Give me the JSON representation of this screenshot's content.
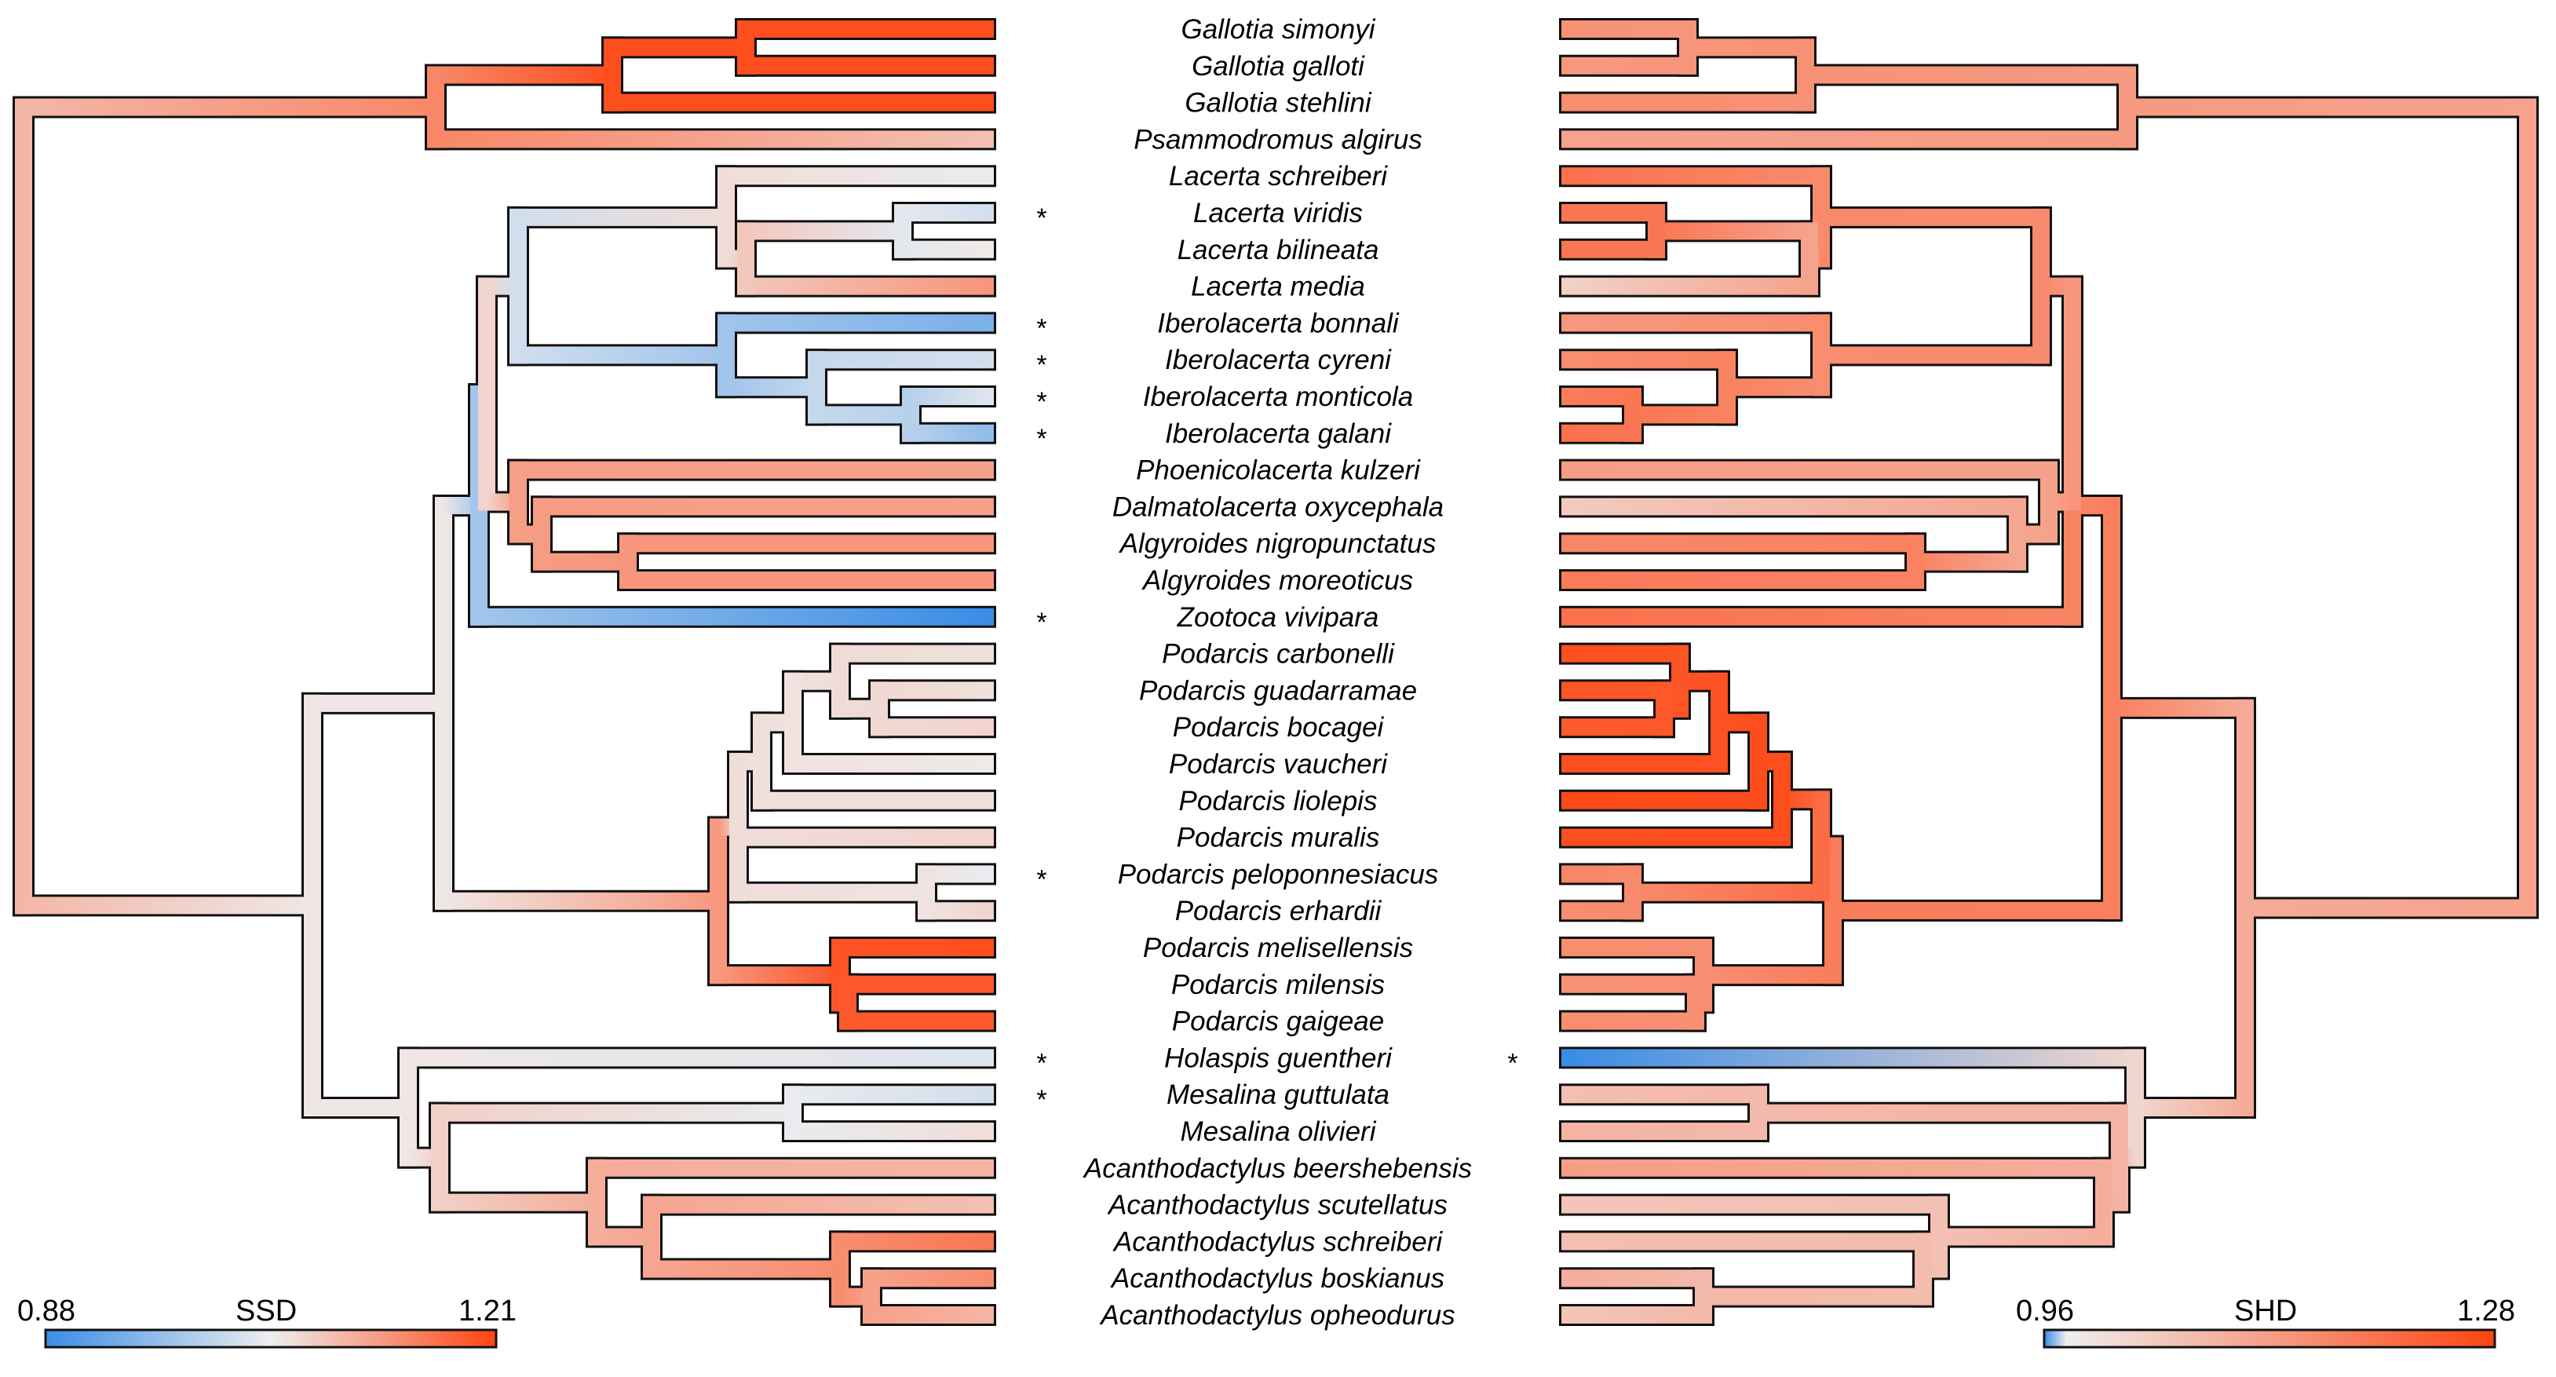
{
  "figure": {
    "taxa": [
      {
        "name": "Gallotia simonyi",
        "left_star": false,
        "right_star": false,
        "ssd": 1.2,
        "shd": 1.14
      },
      {
        "name": "Gallotia galloti",
        "left_star": false,
        "right_star": false,
        "ssd": 1.2,
        "shd": 1.13
      },
      {
        "name": "Gallotia stehlini",
        "left_star": false,
        "right_star": false,
        "ssd": 1.2,
        "shd": 1.15
      },
      {
        "name": "Psammodromus algirus",
        "left_star": false,
        "right_star": false,
        "ssd": 1.09,
        "shd": 1.11
      },
      {
        "name": "Lacerta schreiberi",
        "left_star": false,
        "right_star": false,
        "ssd": 1.04,
        "shd": 1.2
      },
      {
        "name": "Lacerta viridis",
        "left_star": true,
        "right_star": false,
        "ssd": 1.02,
        "shd": 1.19
      },
      {
        "name": "Lacerta bilineata",
        "left_star": false,
        "right_star": false,
        "ssd": 1.05,
        "shd": 1.19
      },
      {
        "name": "Lacerta media",
        "left_star": false,
        "right_star": false,
        "ssd": 1.13,
        "shd": 1.03
      },
      {
        "name": "Iberolacerta bonnali",
        "left_star": true,
        "right_star": false,
        "ssd": 0.94,
        "shd": 1.13
      },
      {
        "name": "Iberolacerta cyreni",
        "left_star": true,
        "right_star": false,
        "ssd": 1.02,
        "shd": 1.15
      },
      {
        "name": "Iberolacerta monticola",
        "left_star": true,
        "right_star": false,
        "ssd": 1.03,
        "shd": 1.18
      },
      {
        "name": "Iberolacerta galani",
        "left_star": true,
        "right_star": false,
        "ssd": 0.96,
        "shd": 1.2
      },
      {
        "name": "Phoenicolacerta kulzeri",
        "left_star": false,
        "right_star": false,
        "ssd": 1.12,
        "shd": 1.12
      },
      {
        "name": "Dalmatolacerta oxycephala",
        "left_star": false,
        "right_star": false,
        "ssd": 1.12,
        "shd": 1.04
      },
      {
        "name": "Algyroides nigropunctatus",
        "left_star": false,
        "right_star": false,
        "ssd": 1.13,
        "shd": 1.16
      },
      {
        "name": "Algyroides moreoticus",
        "left_star": false,
        "right_star": false,
        "ssd": 1.13,
        "shd": 1.18
      },
      {
        "name": "Zootoca vivipara",
        "left_star": true,
        "right_star": false,
        "ssd": 0.88,
        "shd": 1.2
      },
      {
        "name": "Podarcis carbonelli",
        "left_star": false,
        "right_star": false,
        "ssd": 1.06,
        "shd": 1.26
      },
      {
        "name": "Podarcis guadarramae",
        "left_star": false,
        "right_star": false,
        "ssd": 1.06,
        "shd": 1.25
      },
      {
        "name": "Podarcis bocagei",
        "left_star": false,
        "right_star": false,
        "ssd": 1.07,
        "shd": 1.24
      },
      {
        "name": "Podarcis vaucheri",
        "left_star": false,
        "right_star": false,
        "ssd": 1.05,
        "shd": 1.26
      },
      {
        "name": "Podarcis liolepis",
        "left_star": false,
        "right_star": false,
        "ssd": 1.06,
        "shd": 1.27
      },
      {
        "name": "Podarcis muralis",
        "left_star": false,
        "right_star": false,
        "ssd": 1.07,
        "shd": 1.26
      },
      {
        "name": "Podarcis peloponnesiacus",
        "left_star": true,
        "right_star": false,
        "ssd": 1.04,
        "shd": 1.16
      },
      {
        "name": "Podarcis erhardii",
        "left_star": false,
        "right_star": false,
        "ssd": 1.07,
        "shd": 1.15
      },
      {
        "name": "Podarcis melisellensis",
        "left_star": false,
        "right_star": false,
        "ssd": 1.2,
        "shd": 1.15
      },
      {
        "name": "Podarcis milensis",
        "left_star": false,
        "right_star": false,
        "ssd": 1.19,
        "shd": 1.14
      },
      {
        "name": "Podarcis gaigeae",
        "left_star": false,
        "right_star": false,
        "ssd": 1.19,
        "shd": 1.15
      },
      {
        "name": "Holaspis guentheri",
        "left_star": true,
        "right_star": true,
        "ssd": 1.03,
        "shd": 0.96
      },
      {
        "name": "Mesalina guttulata",
        "left_star": true,
        "right_star": false,
        "ssd": 1.02,
        "shd": 1.06
      },
      {
        "name": "Mesalina olivieri",
        "left_star": false,
        "right_star": false,
        "ssd": 1.06,
        "shd": 1.08
      },
      {
        "name": "Acanthodactylus beershebensis",
        "left_star": false,
        "right_star": false,
        "ssd": 1.1,
        "shd": 1.12
      },
      {
        "name": "Acanthodactylus scutellatus",
        "left_star": false,
        "right_star": false,
        "ssd": 1.09,
        "shd": 1.05
      },
      {
        "name": "Acanthodactylus schreiberi",
        "left_star": false,
        "right_star": false,
        "ssd": 1.16,
        "shd": 1.06
      },
      {
        "name": "Acanthodactylus boskianus",
        "left_star": false,
        "right_star": false,
        "ssd": 1.14,
        "shd": 1.09
      },
      {
        "name": "Acanthodactylus opheodurus",
        "left_star": false,
        "right_star": false,
        "ssd": 1.1,
        "shd": 1.05
      }
    ],
    "star_symbol": "*",
    "left_legend": {
      "label": "SSD",
      "min_label": "0.88",
      "max_label": "1.21",
      "min": 0.88,
      "max": 1.21
    },
    "right_legend": {
      "label": "SHD",
      "min_label": "0.96",
      "max_label": "1.28",
      "min": 0.96,
      "max": 1.28
    },
    "colors": {
      "low": "#3a8de6",
      "mid": "#eeeeee",
      "high": "#ff4411",
      "outline": "#111111"
    }
  }
}
